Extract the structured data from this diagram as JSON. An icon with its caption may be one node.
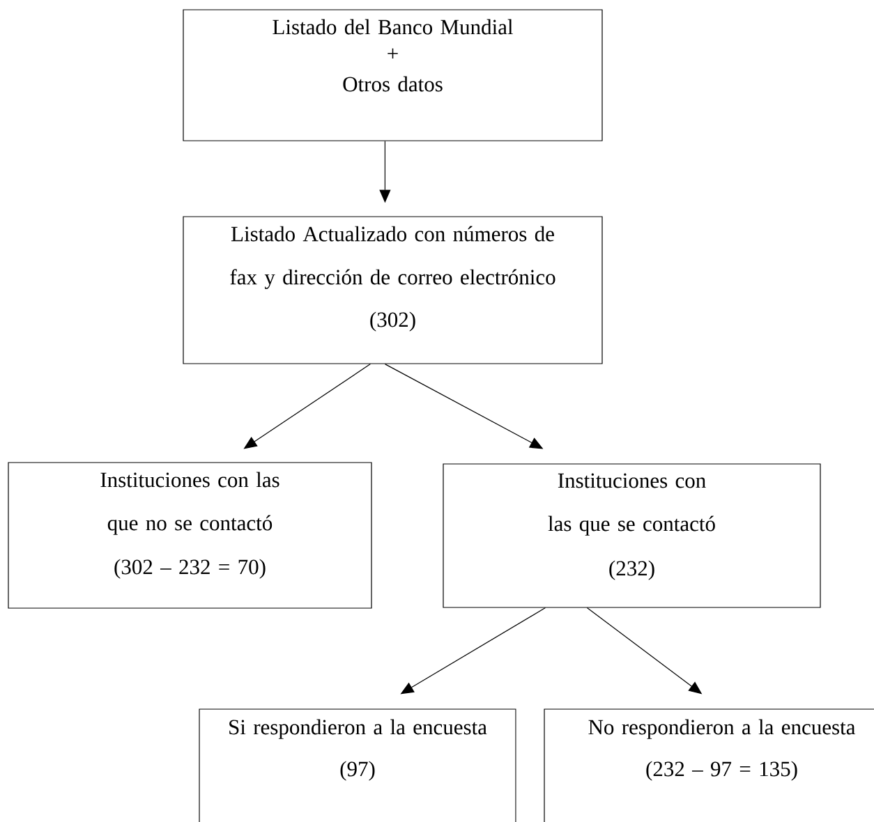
{
  "diagram": {
    "nodes": [
      {
        "text": [
          "Listado del Banco Mundial",
          "+",
          "Otros datos"
        ]
      },
      {
        "text": [
          "Listado Actualizado con números de fax y dirección de correo electrónico",
          "(302)"
        ]
      },
      {
        "text": [
          "Instituciones con las que no se contactó",
          "(302 – 232 = 70)"
        ]
      },
      {
        "text": [
          "Instituciones con las que se contactó",
          "(232)"
        ]
      },
      {
        "text": [
          "Si respondieron a la encuesta",
          "(97)"
        ]
      },
      {
        "text": [
          "No respondieron a la encuesta",
          "(232 – 97 = 135)"
        ]
      }
    ],
    "edges": [
      {
        "from": 0,
        "to": 1,
        "arrow": "to"
      },
      {
        "from": 1,
        "to": 2,
        "arrow": "to"
      },
      {
        "from": 1,
        "to": 3,
        "arrow": "to"
      },
      {
        "from": 3,
        "to": 4,
        "arrow": "to"
      },
      {
        "from": 3,
        "to": 5,
        "arrow": "to"
      }
    ]
  }
}
